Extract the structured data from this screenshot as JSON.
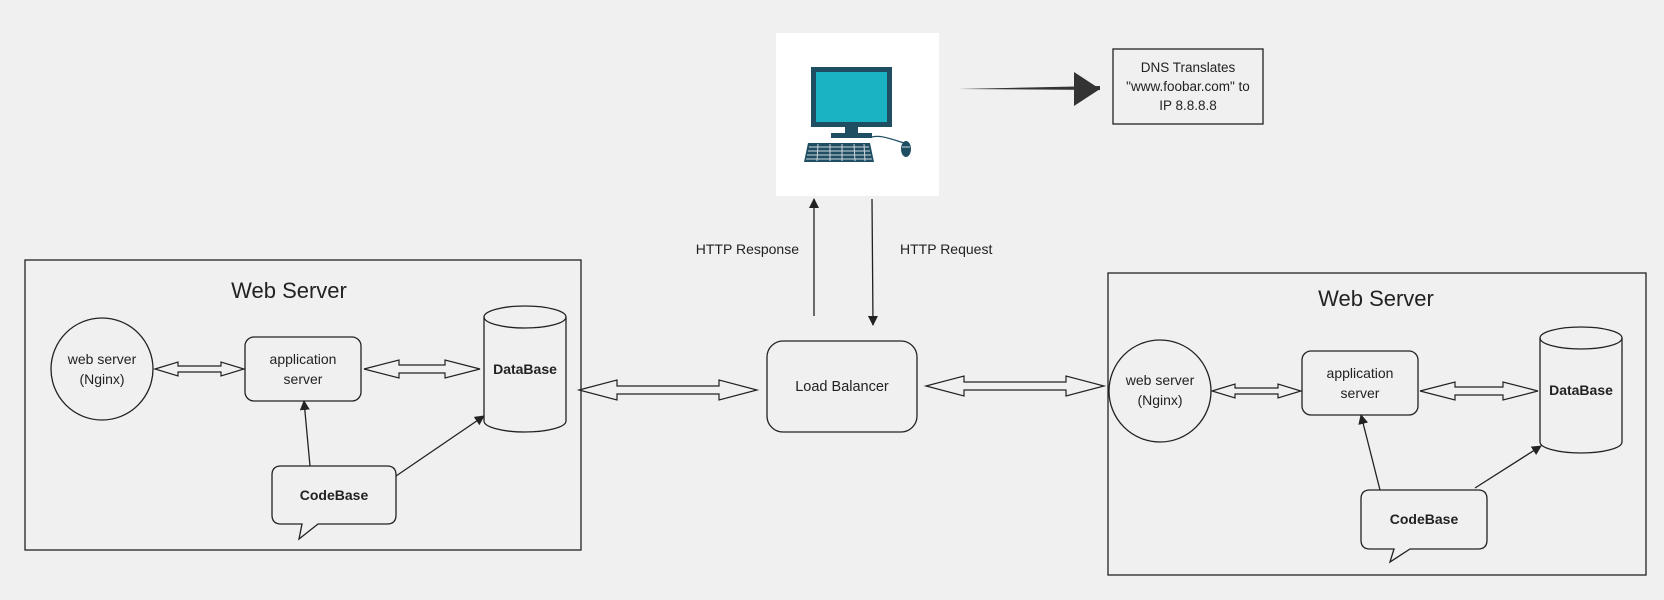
{
  "client": {
    "icon": "desktop-computer-icon"
  },
  "dns": {
    "lines": [
      "DNS Translates",
      "\"www.foobar.com\" to",
      "IP 8.8.8.8"
    ]
  },
  "http": {
    "response": "HTTP Response",
    "request": "HTTP Request"
  },
  "load_balancer": {
    "label": "Load Balancer"
  },
  "servers": [
    {
      "title": "Web Server",
      "web_server": [
        "web server",
        "(Nginx)"
      ],
      "app_server": [
        "application",
        "server"
      ],
      "database": "DataBase",
      "codebase": "CodeBase"
    },
    {
      "title": "Web Server",
      "web_server": [
        "web server",
        "(Nginx)"
      ],
      "app_server": [
        "application",
        "server"
      ],
      "database": "DataBase",
      "codebase": "CodeBase"
    }
  ],
  "colors": {
    "background": "#f0f0f0",
    "stroke": "#222222",
    "monitor_frame": "#1f4e63",
    "monitor_screen": "#19b3c4",
    "panel": "#ffffff"
  }
}
